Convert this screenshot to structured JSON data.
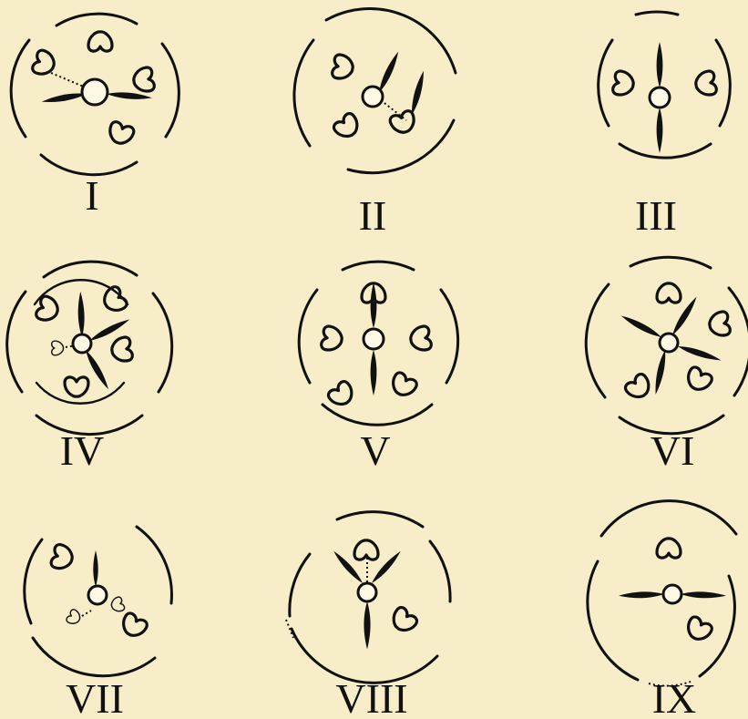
{
  "figure": {
    "diagrams": [
      {
        "label": "I"
      },
      {
        "label": "II"
      },
      {
        "label": "III"
      },
      {
        "label": "IV"
      },
      {
        "label": "V"
      },
      {
        "label": "VI"
      },
      {
        "label": "VII"
      },
      {
        "label": "VIII"
      },
      {
        "label": "IX"
      }
    ]
  }
}
